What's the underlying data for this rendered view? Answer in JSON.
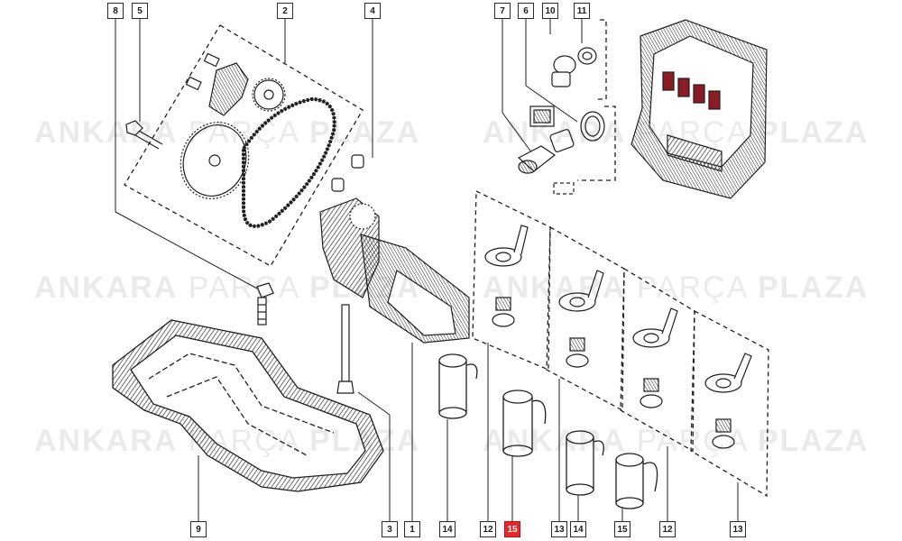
{
  "watermark": {
    "word1": "ANKARA",
    "word2": "PARÇA",
    "word3": "PLAZA"
  },
  "callouts": {
    "c8": "8",
    "c5": "5",
    "c2": "2",
    "c4": "4",
    "c7": "7",
    "c6": "6",
    "c10": "10",
    "c11": "11",
    "c9": "9",
    "c3": "3",
    "c1": "1",
    "c14a": "14",
    "c12a": "12",
    "c15a": "15",
    "c13a": "13",
    "c14b": "14",
    "c15b": "15",
    "c12b": "12",
    "c13b": "13"
  },
  "colors": {
    "line": "#1f1f1f",
    "highlight": "#e8262b",
    "background": "#ffffff"
  }
}
